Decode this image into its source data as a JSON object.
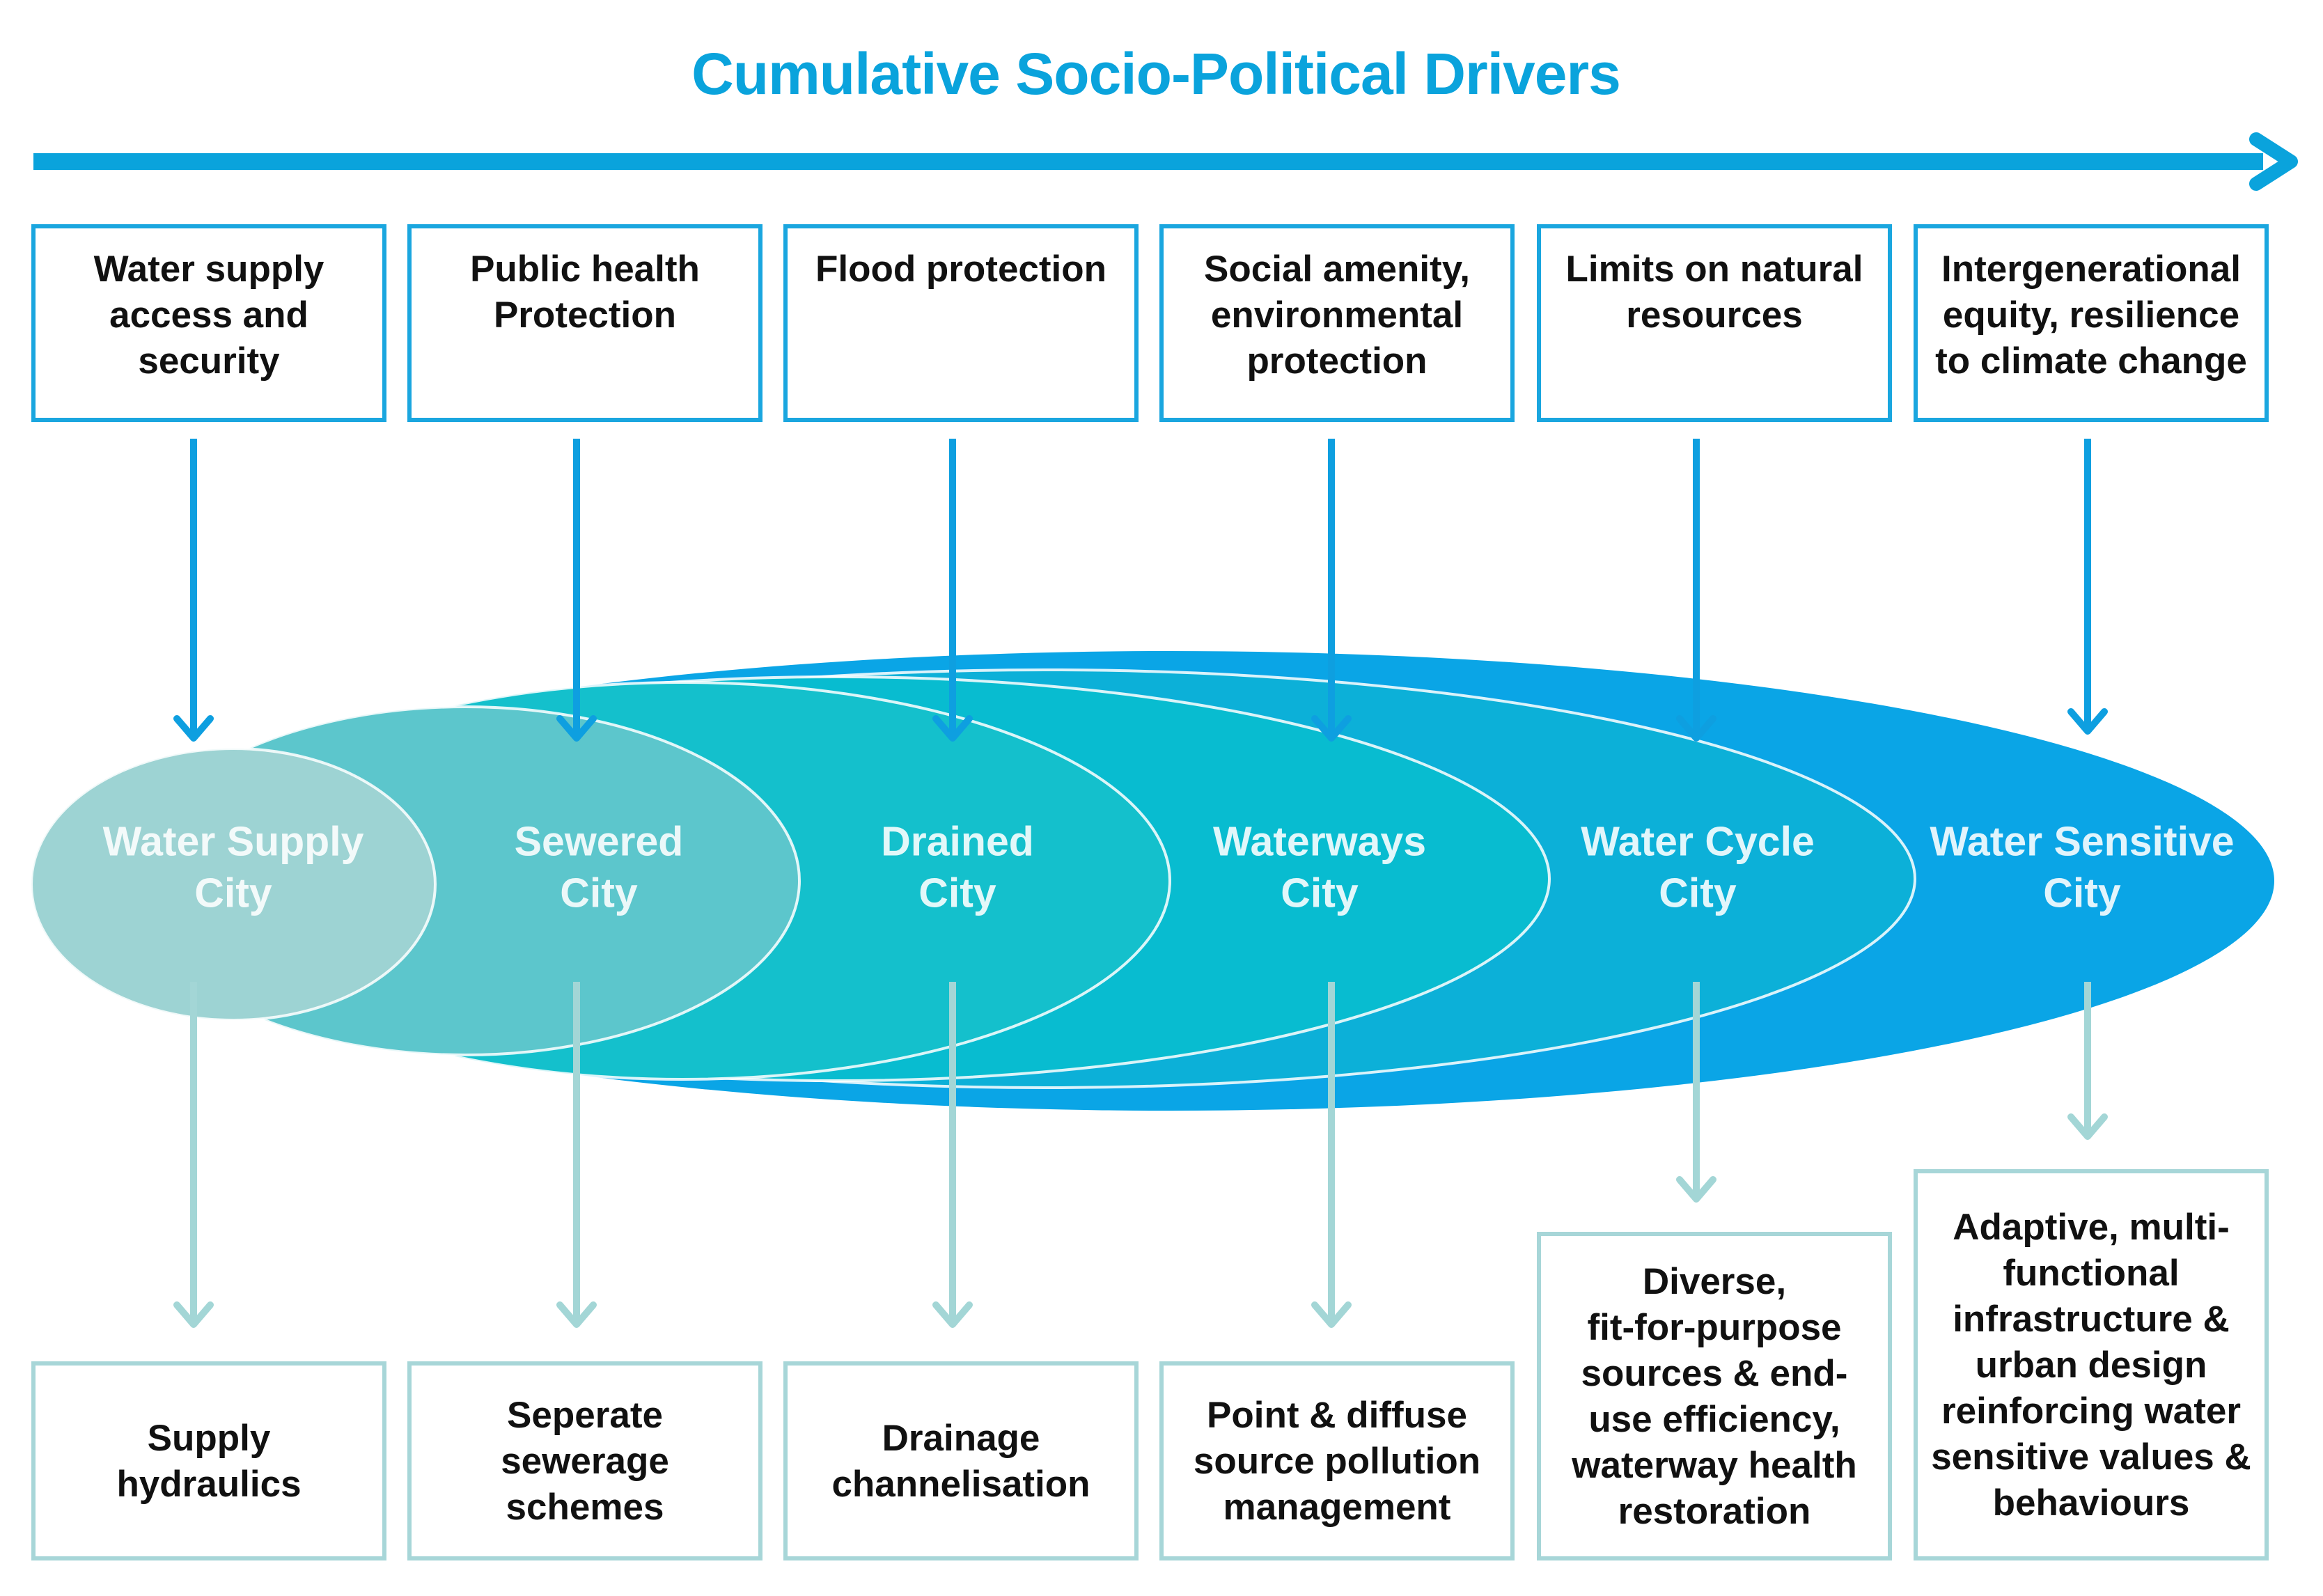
{
  "title": "Cumulative Socio-Political Drivers",
  "colors": {
    "accent": "#0aa3dc",
    "box_border": "#1aa6df",
    "bottom_box_border": "#a7d6d8",
    "down_arrow_light": "#a3d6d6",
    "ellipse_fills": [
      "#0aa5e6",
      "#0cb0d8",
      "#08bcd0",
      "#14c0cc",
      "#5cc6cc",
      "#9dd3d3"
    ]
  },
  "stages": [
    {
      "driver_lines": [
        "Water supply",
        "access and",
        "security"
      ],
      "city_lines": [
        "Water Supply",
        "City"
      ],
      "response_lines": [
        "Supply",
        "hydraulics"
      ]
    },
    {
      "driver_lines": [
        "Public health",
        "Protection"
      ],
      "city_lines": [
        "Sewered",
        "City"
      ],
      "response_lines": [
        "Seperate",
        "sewerage",
        "schemes"
      ]
    },
    {
      "driver_lines": [
        "Flood protection"
      ],
      "city_lines": [
        "Drained",
        "City"
      ],
      "response_lines": [
        "Drainage",
        "channelisation"
      ]
    },
    {
      "driver_lines": [
        "Social amenity,",
        "environmental",
        "protection"
      ],
      "city_lines": [
        "Waterways",
        "City"
      ],
      "response_lines": [
        "Point & diffuse",
        "source pollution",
        "management"
      ]
    },
    {
      "driver_lines": [
        "Limits on natural",
        "resources"
      ],
      "city_lines": [
        "Water Cycle",
        "City"
      ],
      "response_lines": [
        "Diverse,",
        "fit-for-purpose",
        "sources & end-",
        "use efficiency,",
        "waterway health",
        "restoration"
      ]
    },
    {
      "driver_lines": [
        "Intergenerational",
        "equity, resilience",
        "to climate change"
      ],
      "city_lines": [
        "Water Sensitive",
        "City"
      ],
      "response_lines": [
        "Adaptive, multi-",
        "functional",
        "infrastructure &",
        "urban design",
        "reinforcing water",
        "sensitive values &",
        "behaviours"
      ]
    }
  ]
}
